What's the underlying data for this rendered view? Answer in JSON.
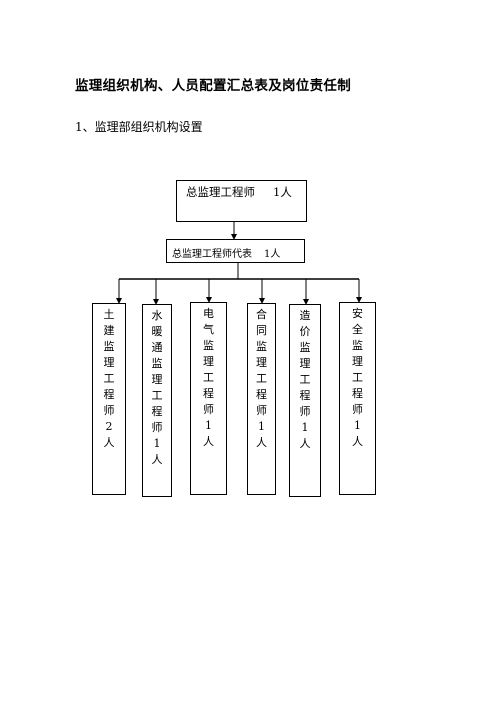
{
  "document": {
    "title": "监理组织机构、人员配置汇总表及岗位责任制",
    "section_heading": "1、监理部组织机构设置"
  },
  "org_chart": {
    "chief": {
      "role": "总监理工程师",
      "count": "1人"
    },
    "deputy": {
      "role": "总监理工程师代表",
      "count": "1人"
    },
    "departments": [
      {
        "label": "土建监理工程师2人"
      },
      {
        "label": "水暖通监理工程师1人"
      },
      {
        "label": "电气监理工程师1人"
      },
      {
        "label": "合同监理工程师1人"
      },
      {
        "label": "造价监理工程师1人"
      },
      {
        "label": "安全监理工程师1人"
      }
    ]
  }
}
